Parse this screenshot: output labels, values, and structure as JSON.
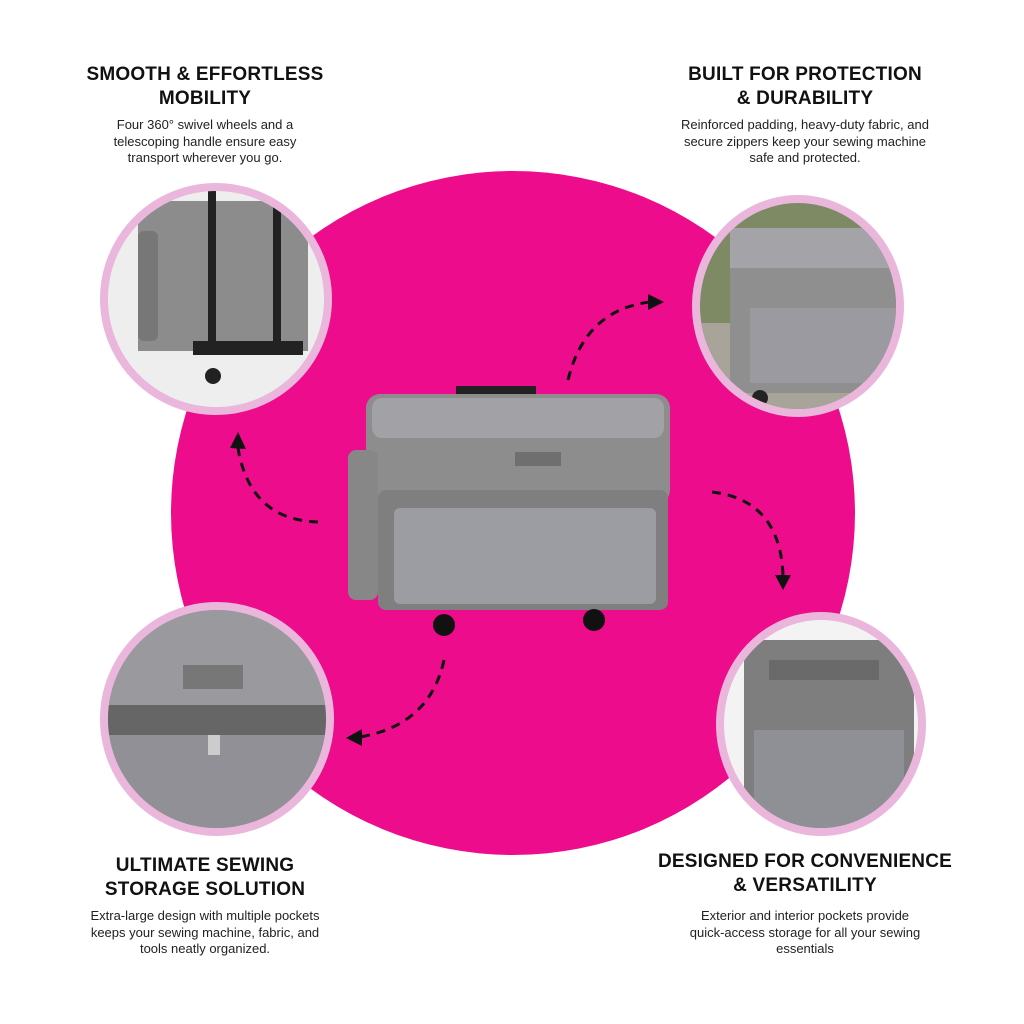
{
  "features": [
    {
      "title_line1": "SMOOTH & EFFORTLESS",
      "title_line2": "MOBILITY",
      "body": "Four 360° swivel wheels and a telescoping handle ensure easy transport wherever you go."
    },
    {
      "title_line1": "BUILT FOR PROTECTION",
      "title_line2": "& DURABILITY",
      "body": "Reinforced padding, heavy-duty fabric, and secure zippers keep your sewing machine safe and protected."
    },
    {
      "title_line1": "ULTIMATE SEWING",
      "title_line2": "STORAGE SOLUTION",
      "body": "Extra-large design with multiple pockets keeps your sewing machine, fabric, and tools neatly organized."
    },
    {
      "title_line1": "DESIGNED FOR CONVENIENCE",
      "title_line2": "& VERSATILITY",
      "body": "Exterior and interior pockets provide quick-access storage for all your sewing essentials"
    }
  ],
  "colors": {
    "accent": "#ec0c8c",
    "ring": "#eab6dc",
    "fabric": "#8e8e8e"
  }
}
